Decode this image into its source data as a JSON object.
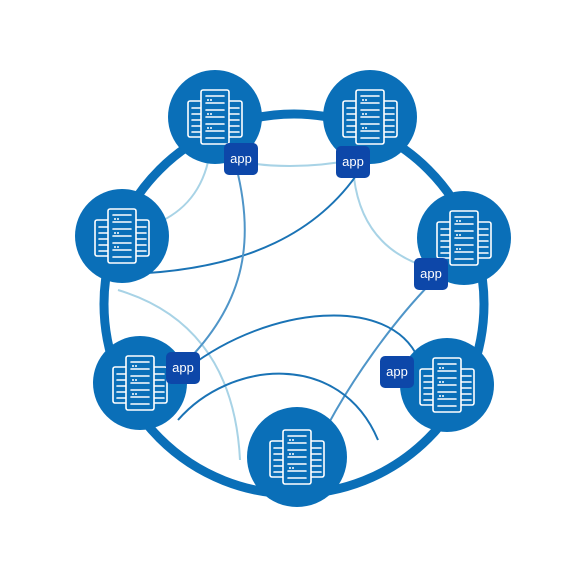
{
  "diagram": {
    "ring_color": "#0a6fb8",
    "node_color": "#0a6fb8",
    "app_badge_color": "#0d47a9",
    "link_dark_color": "#1a73b5",
    "link_light_color": "#a8d3e6",
    "app_label": "app",
    "nodes": [
      {
        "id": "top-left",
        "icon": "server-rack-icon",
        "has_app": true
      },
      {
        "id": "top-right",
        "icon": "server-rack-icon",
        "has_app": true
      },
      {
        "id": "left",
        "icon": "server-rack-icon",
        "has_app": false
      },
      {
        "id": "right",
        "icon": "server-rack-icon",
        "has_app": true
      },
      {
        "id": "bottom-left",
        "icon": "server-rack-icon",
        "has_app": true
      },
      {
        "id": "bottom-right",
        "icon": "server-rack-icon",
        "has_app": true
      },
      {
        "id": "bottom",
        "icon": "server-rack-icon",
        "has_app": false
      }
    ]
  }
}
